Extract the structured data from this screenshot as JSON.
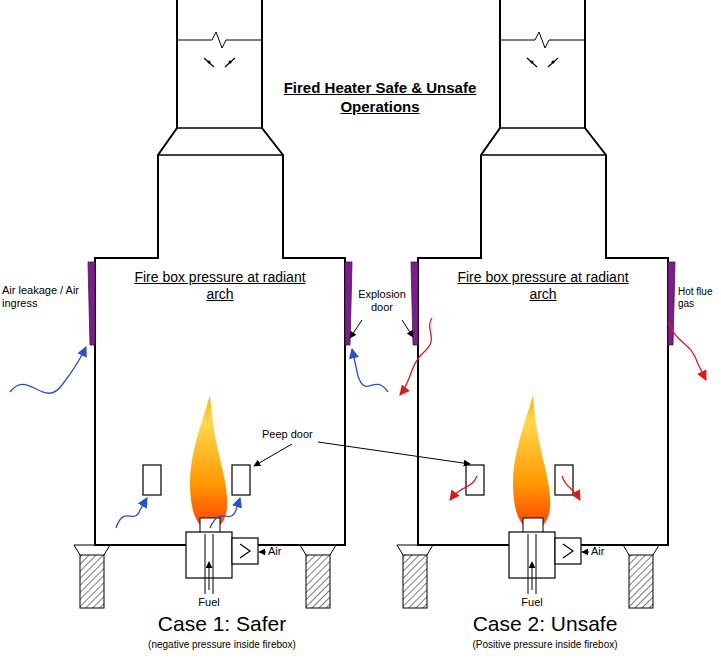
{
  "diagram": {
    "title": "Fired Heater Safe & Unsafe Operations",
    "nodes": [
      {
        "text": [
          "Fire box pressure at radiant arch"
        ]
      },
      {
        "text": [
          "Fire box pressure at radiant arch"
        ]
      }
    ],
    "labels": [
      "Air leakage / Air ingress",
      "Explosion door",
      "Hot flue gas",
      "Peep door",
      "Air",
      "Fuel",
      "Air",
      "Fuel",
      "Case 1: Safer",
      "(negative pressure inside firebox)",
      "Case 2: Unsafe",
      "(Positive pressure inside firebox)"
    ]
  }
}
